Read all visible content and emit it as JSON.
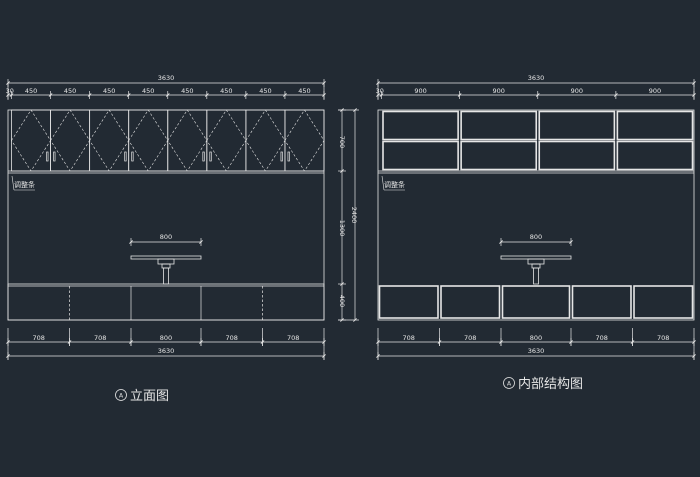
{
  "colors": {
    "background": "#222a33",
    "line": "#e6e6e6",
    "dim_line": "#e6e6e6"
  },
  "elevation": {
    "title": "立面图",
    "marker": "A",
    "total_width_top": "3630",
    "total_width_bottom": "3630",
    "top_dims": [
      "30",
      "450",
      "450",
      "450",
      "450",
      "450",
      "450",
      "450",
      "450"
    ],
    "bottom_dims": [
      "708",
      "708",
      "800",
      "708",
      "708"
    ],
    "right_dims": [
      "700",
      "1300",
      "400"
    ],
    "right_total": "2400",
    "adjust_strip_label": "调整条",
    "sink_width": "800"
  },
  "interior": {
    "title": "内部结构图",
    "marker": "A",
    "total_width_top": "3630",
    "total_width_bottom": "3630",
    "top_dims": [
      "30",
      "900",
      "900",
      "900",
      "900"
    ],
    "bottom_dims": [
      "708",
      "708",
      "800",
      "708",
      "708"
    ],
    "adjust_strip_label": "调整条",
    "sink_width": "800"
  }
}
